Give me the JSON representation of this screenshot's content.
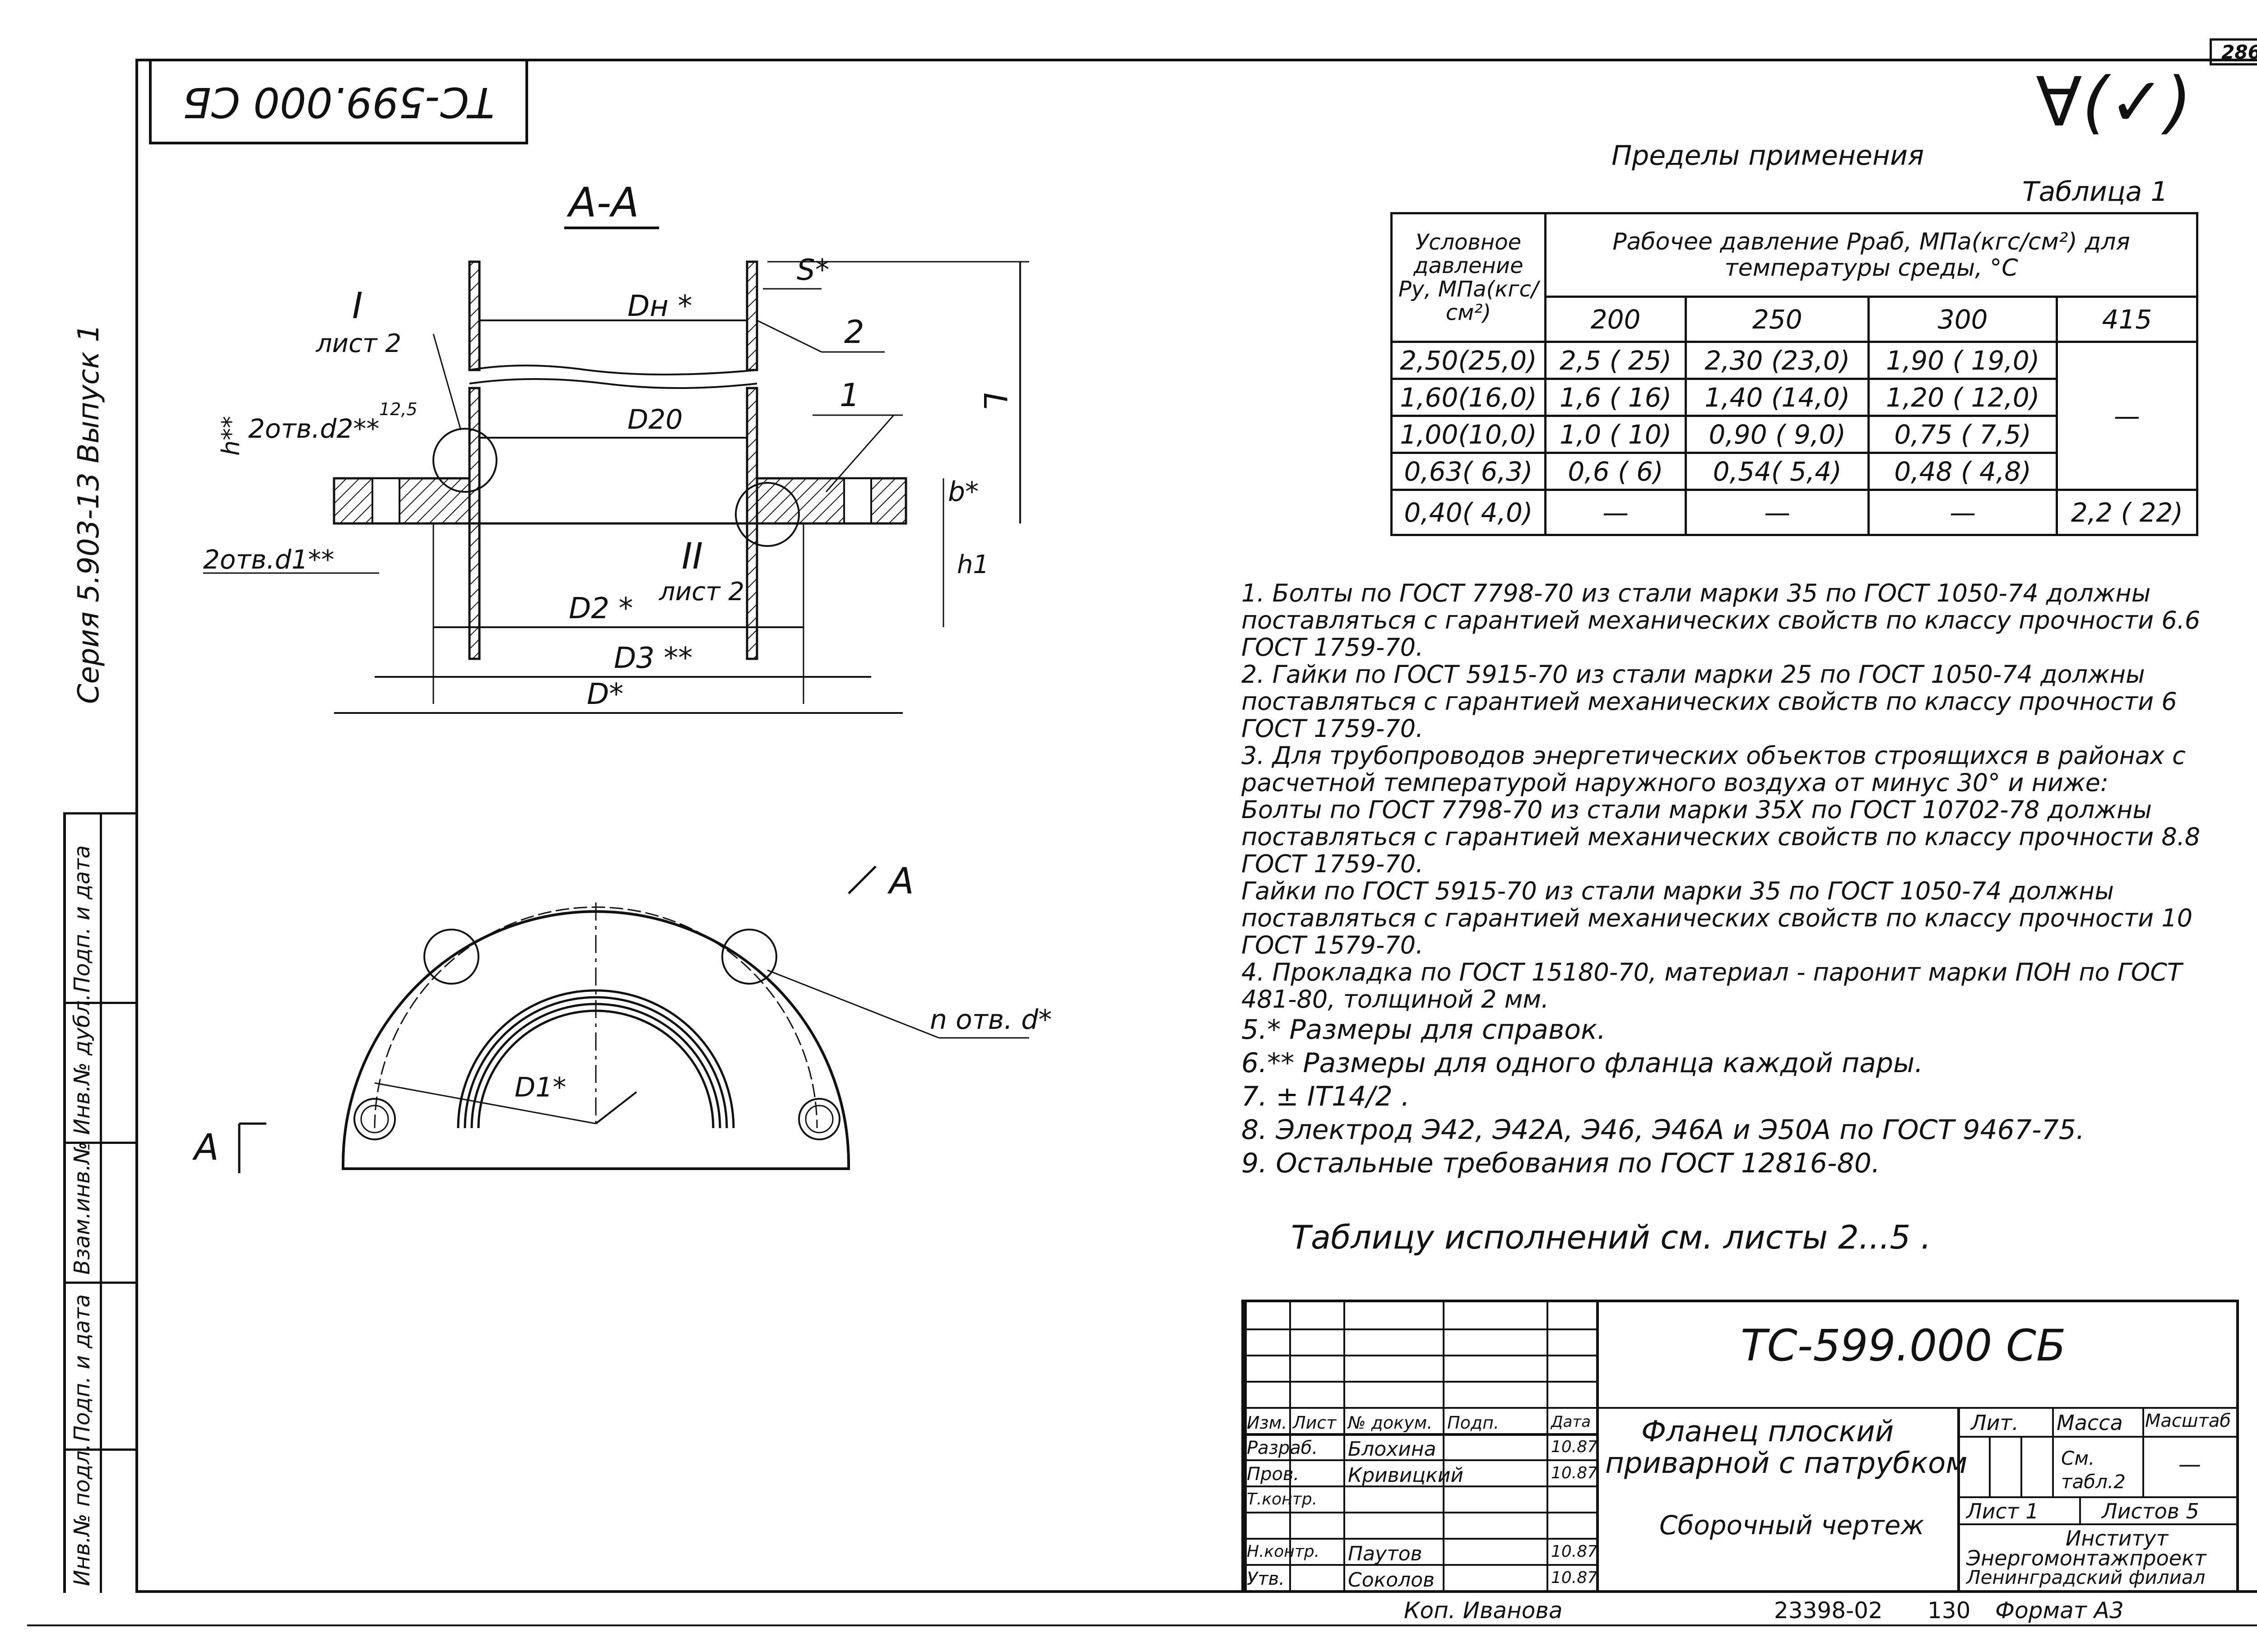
{
  "page_number": "286",
  "mirrored_code": "ТС-599.000 СБ",
  "series": "Серия 5.903-13 Выпуск 1",
  "side_labels": [
    "Подп. и дата",
    "Инв.№ дубл.",
    "Взам.инв.№",
    "Подп. и дата",
    "Инв.№ подл."
  ],
  "roughness": "∀(✓)",
  "section_view": {
    "title": "А-А",
    "s_label": "S*",
    "dh_label": "Dн *",
    "pipe_num": "2",
    "d20_label": "D20",
    "flange_num": "1",
    "l_label": "L",
    "b_label": "b*",
    "h1_label": "h1",
    "h_label": "h**",
    "d2_holes": "2отв.d2**",
    "d1_holes": "2отв.d1**",
    "rough_small": "12,5",
    "detail1": "I",
    "detail1_sheet": "лист 2",
    "detail2": "II",
    "detail2_sheet": "лист 2",
    "d2_dim": "D2 *",
    "d3_dim": "D3 **",
    "d_dim": "D*"
  },
  "plan_view": {
    "section_mark": "А",
    "holes_label": "n отв. d*",
    "d1_label": "D1*"
  },
  "limits": {
    "caption": "Пределы применения",
    "table_label": "Таблица 1",
    "col1_header": "Условное давление Ру, МПа(кгс/см²)",
    "group_header": "Рабочее давление Рраб, МПа(кгс/см²) для температуры среды, °С",
    "temps": [
      "200",
      "250",
      "300",
      "415"
    ],
    "rows": [
      [
        "2,50(25,0)",
        "2,5 ( 25)",
        "2,30 (23,0)",
        "1,90 ( 19,0)"
      ],
      [
        "1,60(16,0)",
        "1,6 ( 16)",
        "1,40 (14,0)",
        "1,20 ( 12,0)"
      ],
      [
        "1,00(10,0)",
        "1,0 ( 10)",
        "0,90 ( 9,0)",
        "0,75 ( 7,5)"
      ],
      [
        "0,63( 6,3)",
        "0,6 ( 6)",
        "0,54( 5,4)",
        "0,48 ( 4,8)"
      ]
    ],
    "dash_415": "—",
    "last_row": [
      "0,40( 4,0)",
      "—",
      "—",
      "—",
      "2,2 ( 22)"
    ]
  },
  "notes": [
    "1. Болты по ГОСТ 7798-70 из стали марки 35 по ГОСТ 1050-74 должны поставляться с гарантией механических свойств по классу прочности 6.6 ГОСТ 1759-70.",
    "2. Гайки по ГОСТ 5915-70 из стали марки 25 по ГОСТ 1050-74 должны поставляться с гарантией механических свойств по классу прочности 6 ГОСТ 1759-70.",
    "3. Для трубопроводов энергетических объектов строящихся в районах с расчетной температурой наружного воздуха от минус 30° и ниже:",
    "Болты по ГОСТ 7798-70 из стали марки 35Х по ГОСТ 10702-78 должны поставляться с гарантией механических свойств по классу прочности 8.8 ГОСТ 1759-70.",
    "Гайки по ГОСТ 5915-70 из стали марки 35 по ГОСТ 1050-74 должны поставляться с гарантией механических свойств по классу прочности 10 ГОСТ 1579-70.",
    "4. Прокладка по ГОСТ 15180-70, материал - паронит марки ПОН по ГОСТ 481-80, толщиной 2 мм.",
    "5.* Размеры для справок.",
    "6.** Размеры для одного фланца каждой пары.",
    "7. ± IT14/2 .",
    "8. Электрод Э42, Э42А, Э46, Э46А и Э50А по ГОСТ 9467-75.",
    "9. Остальные требования по ГОСТ 12816-80."
  ],
  "variants_note": "Таблицу исполнений см. листы 2...5 .",
  "title_block": {
    "code": "ТС-599.000 СБ",
    "name_line1": "Фланец плоский",
    "name_line2": "приварной с патрубком",
    "doc_type": "Сборочный чертеж",
    "lit": "Лит.",
    "mass": "Масса",
    "scale": "Масштаб",
    "mass_value": "См. табл.2",
    "scale_value": "—",
    "sheet": "Лист 1",
    "sheets": "Листов 5",
    "org_line1": "Институт",
    "org_line2": "Энергомонтажпроект",
    "org_line3": "Ленинградский филиал",
    "hdr": [
      "Изм.",
      "Лист",
      "№ докум.",
      "Подп.",
      "Дата"
    ],
    "roles": [
      {
        "role": "Разраб.",
        "name": "Блохина",
        "date": "10.87"
      },
      {
        "role": "Пров.",
        "name": "Кривицкий",
        "date": "10.87"
      },
      {
        "role": "Т.контр.",
        "name": "",
        "date": ""
      },
      {
        "role": "Н.контр.",
        "name": "Паутов",
        "date": "10.87"
      },
      {
        "role": "Утв.",
        "name": "Соколов",
        "date": "10.87"
      }
    ]
  },
  "footer": {
    "copied": "Коп. Иванова",
    "number": "23398-02",
    "page": "130",
    "format": "Формат А3"
  }
}
